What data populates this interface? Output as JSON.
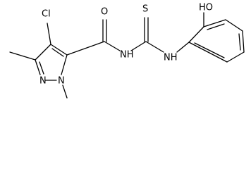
{
  "molecule": {
    "atoms": {
      "cl": "Cl",
      "o_carbonyl": "O",
      "s_thio": "S",
      "oh": "HO",
      "nh_amide": "NH",
      "nh_aryl": "NH",
      "n2": "N",
      "n1": "N"
    }
  }
}
